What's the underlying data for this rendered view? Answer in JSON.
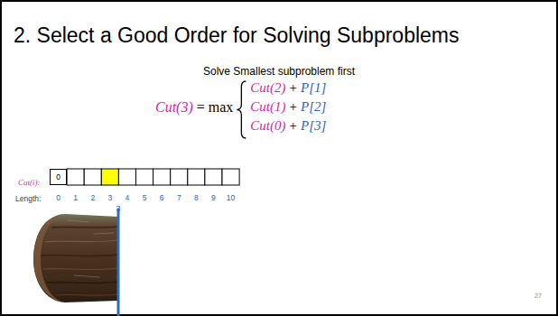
{
  "diagram": {
    "title": "2. Select a Good Order for Solving Subproblems",
    "nodes": [
      {
        "text": [
          "0"
        ]
      }
    ],
    "labels": [
      "Solve Smallest subproblem first",
      "Cut(3)",
      "= max",
      "Cut(2)",
      "+",
      "P[1]",
      "Cut(1)",
      "+",
      "P[2]",
      "Cut(0)",
      "+",
      "P[3]",
      "Cut(i):",
      "Length:",
      "0",
      "1",
      "2",
      "3",
      "4",
      "5",
      "6",
      "7",
      "8",
      "9",
      "10",
      "3",
      "27"
    ]
  }
}
